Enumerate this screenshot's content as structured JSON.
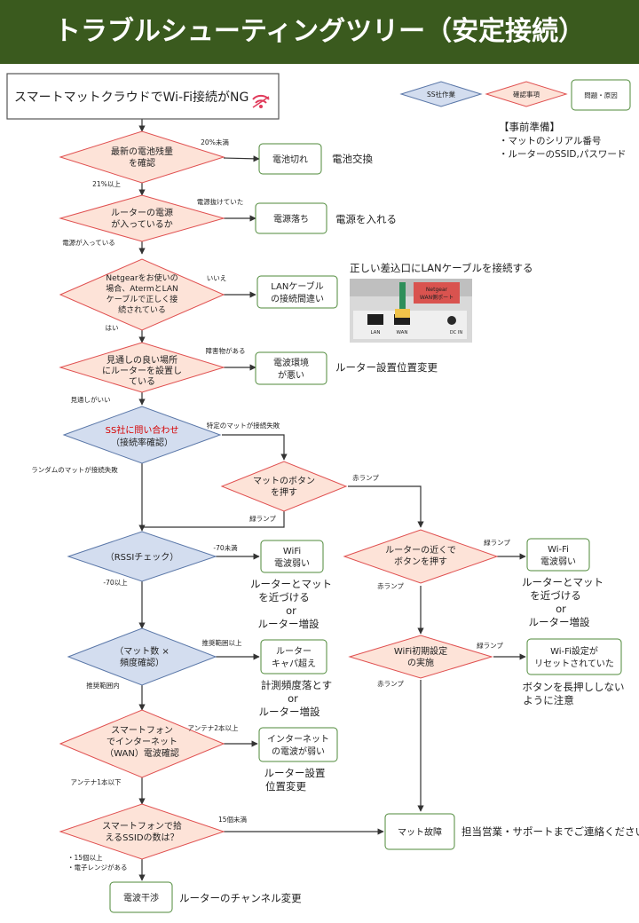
{
  "title": "トラブルシューティングツリー（安定接続）",
  "start": {
    "label": "スマートマットクラウドでWi-Fi接続がNG"
  },
  "legend": {
    "ss_task": "SS社作業",
    "check_step": "確認事項",
    "issue_cause": "問題・原因"
  },
  "prep": {
    "heading": "【事前準備】",
    "items": [
      "・マットのシリアル番号",
      "・ルーターのSSID,パスワード"
    ]
  },
  "nodes": {
    "battery_q": [
      "最新の電池残量",
      "を確認"
    ],
    "battery_dead": "電池切れ",
    "power_q": [
      "ルーターの電源",
      "が入っているか"
    ],
    "power_off": "電源落ち",
    "lan_q": [
      "Netgearをお使いの",
      "場合、AtermとLAN",
      "ケーブルで正しく接",
      "続されている"
    ],
    "lan_wrong": [
      "LANケーブル",
      "の接続間違い"
    ],
    "view_q": [
      "見通しの良い場所",
      "にルーターを設置し",
      "ている"
    ],
    "env_bad": [
      "電波環境",
      "が悪い"
    ],
    "ss_contact": "SS社に問い合わせ",
    "ss_contact_sub": "（接続率確認）",
    "mat_button_q": [
      "マットのボタン",
      "を押す"
    ],
    "rssi": "（RSSIチェック）",
    "wifi_weak_1": [
      "WiFi",
      "電波弱い"
    ],
    "router_button_q": [
      "ルーターの近くで",
      "ボタンを押す"
    ],
    "wifi_weak_2": [
      "Wi-Fi",
      "電波弱い"
    ],
    "mat_count": [
      "（マット数 ×",
      "頻度確認）"
    ],
    "router_cap": [
      "ルーター",
      "キャパ超え"
    ],
    "wifi_init_q": [
      "WiFi初期設定",
      "の実施"
    ],
    "wifi_reset": [
      "Wi-Fi設定が",
      "リセットされていた"
    ],
    "phone_wan_q": [
      "スマートフォン",
      "でインターネット",
      "（WAN）電波確認"
    ],
    "internet_weak": [
      "インターネット",
      "の電波が弱い"
    ],
    "phone_ssid_q": [
      "スマートフォンで拾",
      "えるSSIDの数は？"
    ],
    "mat_failure": "マット故障",
    "interference": "電波干渉"
  },
  "edges": {
    "under20": "20%未満",
    "over21": "21%以上",
    "power_unplugged": "電源抜けていた",
    "power_on": "電源が入っている",
    "no": "いいえ",
    "yes": "はい",
    "obstacle": "障害物がある",
    "good_view": "見通しがいい",
    "specific_mat": "特定のマットが接続失敗",
    "random_mat": "ランダムのマットが接続失敗",
    "red_lamp": "赤ランプ",
    "green_lamp": "緑ランプ",
    "under70": "-70未満",
    "over70": "-70以上",
    "over_range": "推奨範囲以上",
    "in_range": "推奨範囲内",
    "antenna2": "アンテナ2本以上",
    "antenna1": "アンテナ1本以下",
    "under15": "15個未満",
    "over15": [
      "・15個以上",
      "・電子レンジがある"
    ]
  },
  "notes": {
    "battery_replace": "電池交換",
    "power_on_action": "電源を入れる",
    "lan_instruction": "正しい差込口にLANケーブルを接続する",
    "router_relocate": "ルーター設置位置変更",
    "move_closer_1": [
      "ルーターとマット",
      "を近づける",
      "or",
      "ルーター増設"
    ],
    "move_closer_2": [
      "ルーターとマット",
      "を近づける",
      "or",
      "ルーター増設"
    ],
    "reduce_freq": [
      "計測頻度落とす",
      "or",
      "ルーター増設"
    ],
    "long_press": [
      "ボタンを長押ししない",
      "ように注意"
    ],
    "relocate_2": [
      "ルーター設置",
      "位置変更"
    ],
    "contact_sales": "担当営業・サポートまでご連絡ください",
    "channel_change": "ルーターのチャンネル変更"
  },
  "photo": {
    "tag": [
      "Netgear",
      "WAN側ポート"
    ],
    "port_labels": [
      "LAN",
      "WAN",
      "DC IN"
    ]
  },
  "colors": {
    "title_bg": "#3a5a1e",
    "diamond_fill": "#fde3d8",
    "diamond_stroke": "#e05050",
    "ss_fill": "#d3ddef",
    "ss_stroke": "#5a77a8",
    "box_stroke": "#4f8a3a"
  }
}
